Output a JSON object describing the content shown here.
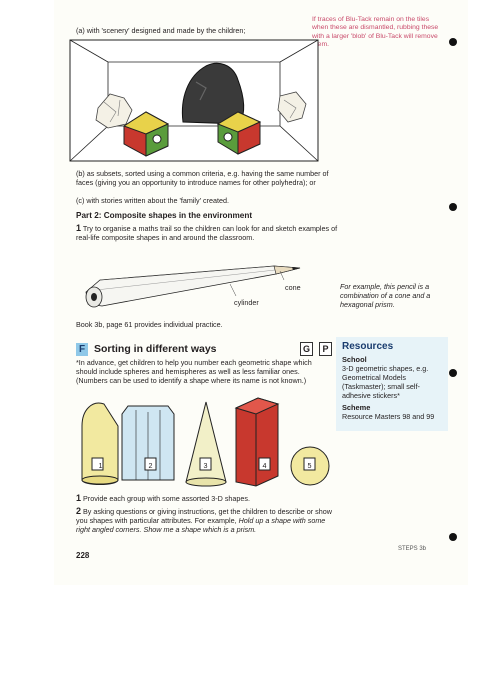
{
  "top": {
    "caption_a": "(a) with 'scenery' designed and made by the children;",
    "sidenote": "If traces of Blu-Tack remain on the tiles when these are dismantled, rubbing these with a larger 'blob' of Blu-Tack will remove them.",
    "caption_b": "(b) as subsets, sorted using a common criteria, e.g. having the same number of faces (giving you an opportunity to introduce names for other polyhedra); or",
    "caption_c": "(c) with stories written about the 'family' created."
  },
  "part2": {
    "heading": "Part 2: Composite shapes in the environment",
    "item1_num": "1",
    "item1_text": "Try to organise a maths trail so the children can look for and sketch examples of real-life composite shapes in and around the classroom.",
    "label_cone": "cone",
    "label_cylinder": "cylinder",
    "side_example": "For example, this pencil is a combination of a cone and a hexagonal prism.",
    "book_ref": "Book 3b, page 61 provides individual practice."
  },
  "sectionF": {
    "letter": "F",
    "title": "Sorting in different ways",
    "badge_g": "G",
    "badge_p": "P",
    "intro": "*In advance, get children to help you number each geometric shape which should include spheres and hemispheres as well as less familiar ones. (Numbers can be used to identify a shape where its name is not known.)",
    "shape_numbers": [
      "1",
      "2",
      "3",
      "4",
      "5"
    ],
    "item1_num": "1",
    "item1_text": "Provide each group with some assorted 3-D shapes.",
    "item2_num": "2",
    "item2_text": "By asking questions or giving instructions, get the children to describe or show you shapes with particular attributes. For example,",
    "item2_italic": "Hold up a shape with some right angled corners. Show me a shape which is a prism."
  },
  "resources": {
    "title": "Resources",
    "school_heading": "School",
    "school_text": "3-D geometric shapes, e.g. Geometrical Models (Taskmaster); small self-adhesive stickers*",
    "scheme_heading": "Scheme",
    "scheme_text": "Resource Masters 98 and 99"
  },
  "footer": {
    "page_number": "228",
    "running_head": "STEPS 3b"
  },
  "colors": {
    "accent_pink": "#c94a6b",
    "resources_bg": "#e7f3f8",
    "heading_blue": "#1a3c6e",
    "red_shape": "#c8382e",
    "yellow_shape": "#f2e9a0"
  }
}
